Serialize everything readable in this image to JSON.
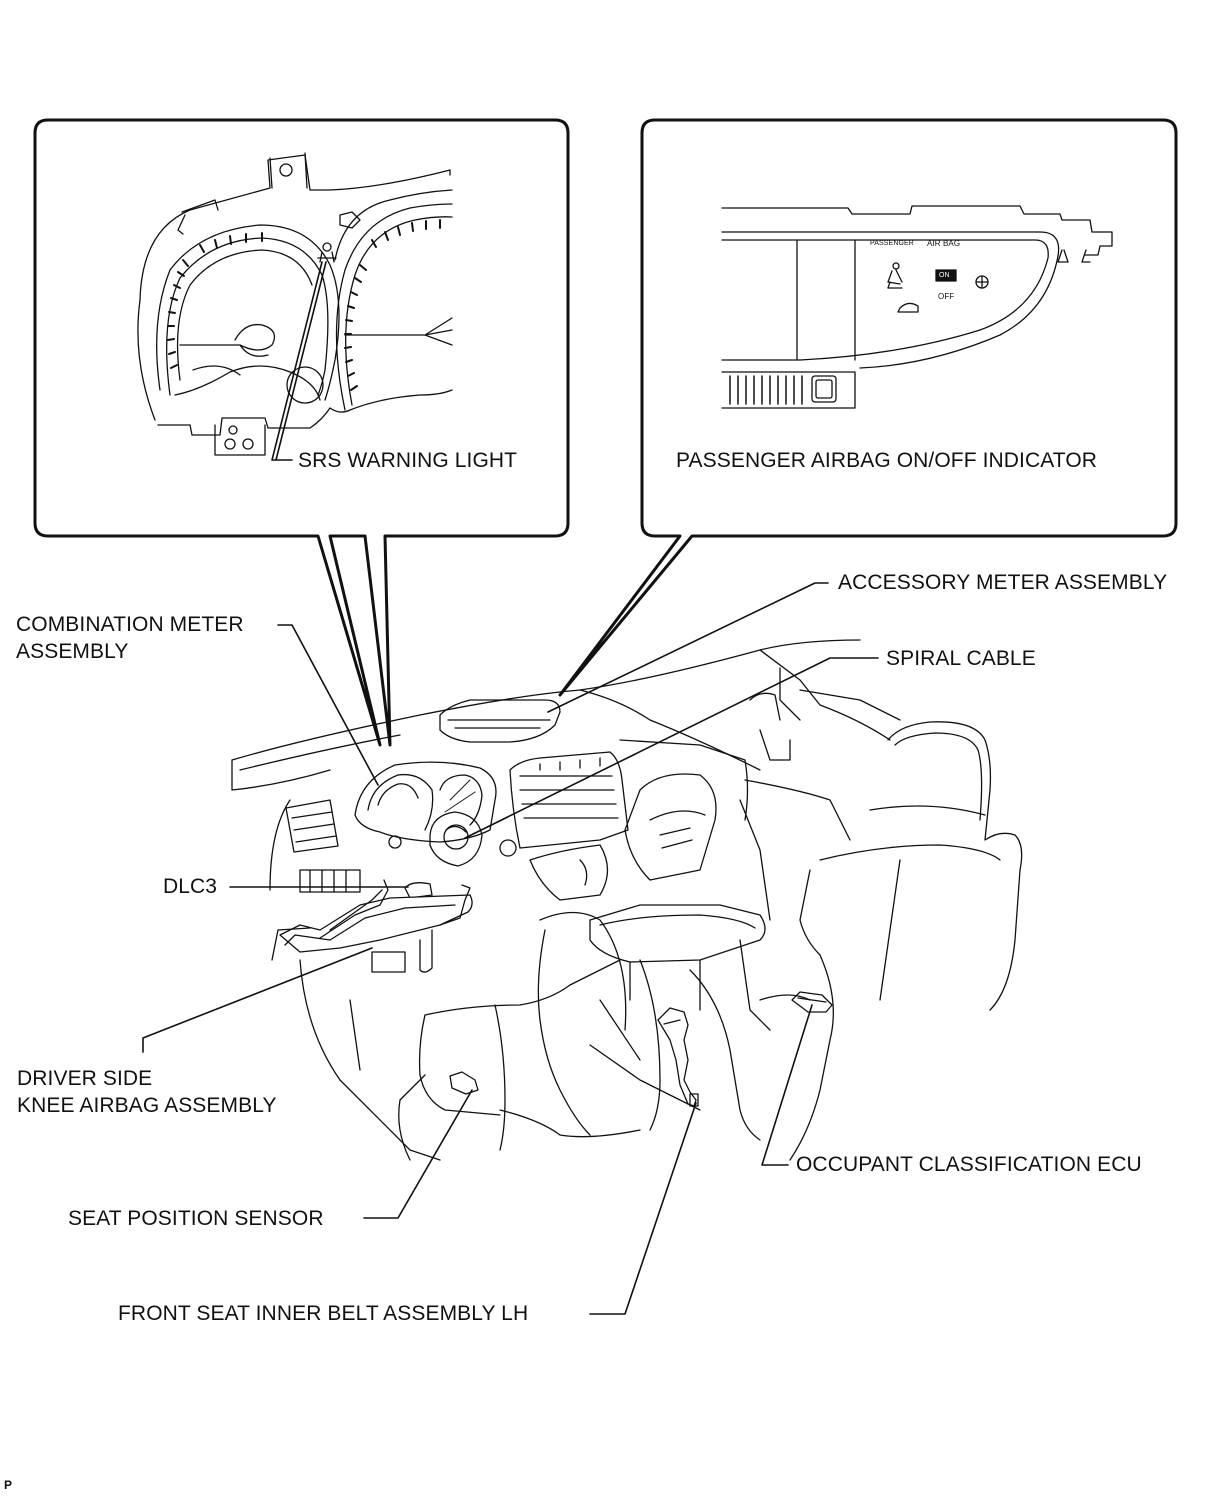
{
  "callouts": {
    "srs_warning_light": "SRS WARNING LIGHT",
    "passenger_airbag_indicator": "PASSENGER AIRBAG ON/OFF INDICATOR",
    "accessory_meter_assembly": "ACCESSORY METER ASSEMBLY",
    "combination_meter_line1": "COMBINATION METER",
    "combination_meter_line2": "ASSEMBLY",
    "spiral_cable": "SPIRAL CABLE",
    "dlc3": "DLC3",
    "driver_knee_line1": "DRIVER SIDE",
    "driver_knee_line2": "KNEE AIRBAG ASSEMBLY",
    "occupant_classification_ecu": "OCCUPANT CLASSIFICATION ECU",
    "seat_position_sensor": "SEAT POSITION SENSOR",
    "front_seat_inner_belt": "FRONT SEAT INNER BELT ASSEMBLY LH"
  },
  "indicator_panel": {
    "passenger": "PASSENGER",
    "air_bag": "AIR  BAG",
    "on": "ON",
    "off": "OFF"
  },
  "corner_mark": "P",
  "colors": {
    "line": "#111111",
    "background": "#ffffff"
  }
}
